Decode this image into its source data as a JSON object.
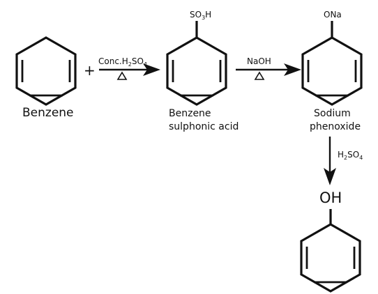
{
  "compounds": {
    "benzene": {
      "label": "Benzene"
    },
    "benzene_sulphonic_acid": {
      "label_line1": "Benzene",
      "label_line2": "sulphonic acid",
      "substituent": {
        "main": "SO",
        "sub": "3",
        "tail": "H"
      }
    },
    "sodium_phenoxide": {
      "label_line1": "Sodium",
      "label_line2": "phenoxide",
      "substituent": "ONa"
    },
    "phenol": {
      "substituent": "OH"
    }
  },
  "operators": {
    "plus": "+"
  },
  "steps": [
    {
      "reagent": {
        "p1": "Conc.H",
        "s1": "2",
        "p2": "SO",
        "s2": "4"
      },
      "condition": "heat"
    },
    {
      "reagent": "NaOH",
      "condition": "heat"
    },
    {
      "reagent": {
        "p1": "H",
        "s1": "2",
        "p2": "SO",
        "s2": "4"
      }
    }
  ]
}
